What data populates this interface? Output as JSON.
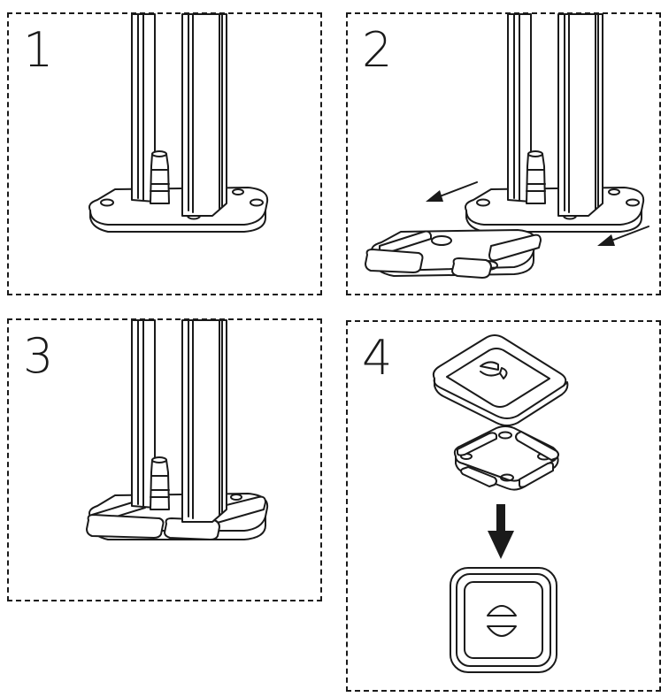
{
  "steps": [
    {
      "number": "1"
    },
    {
      "number": "2"
    },
    {
      "number": "3"
    },
    {
      "number": "4"
    }
  ],
  "colors": {
    "ink": "#1a1a1a",
    "background": "#ffffff"
  },
  "icons": [
    "post-icon",
    "base-plate-icon",
    "cone-pin-icon",
    "clip-frame-icon",
    "cover-cap-icon",
    "arrow-icon"
  ]
}
